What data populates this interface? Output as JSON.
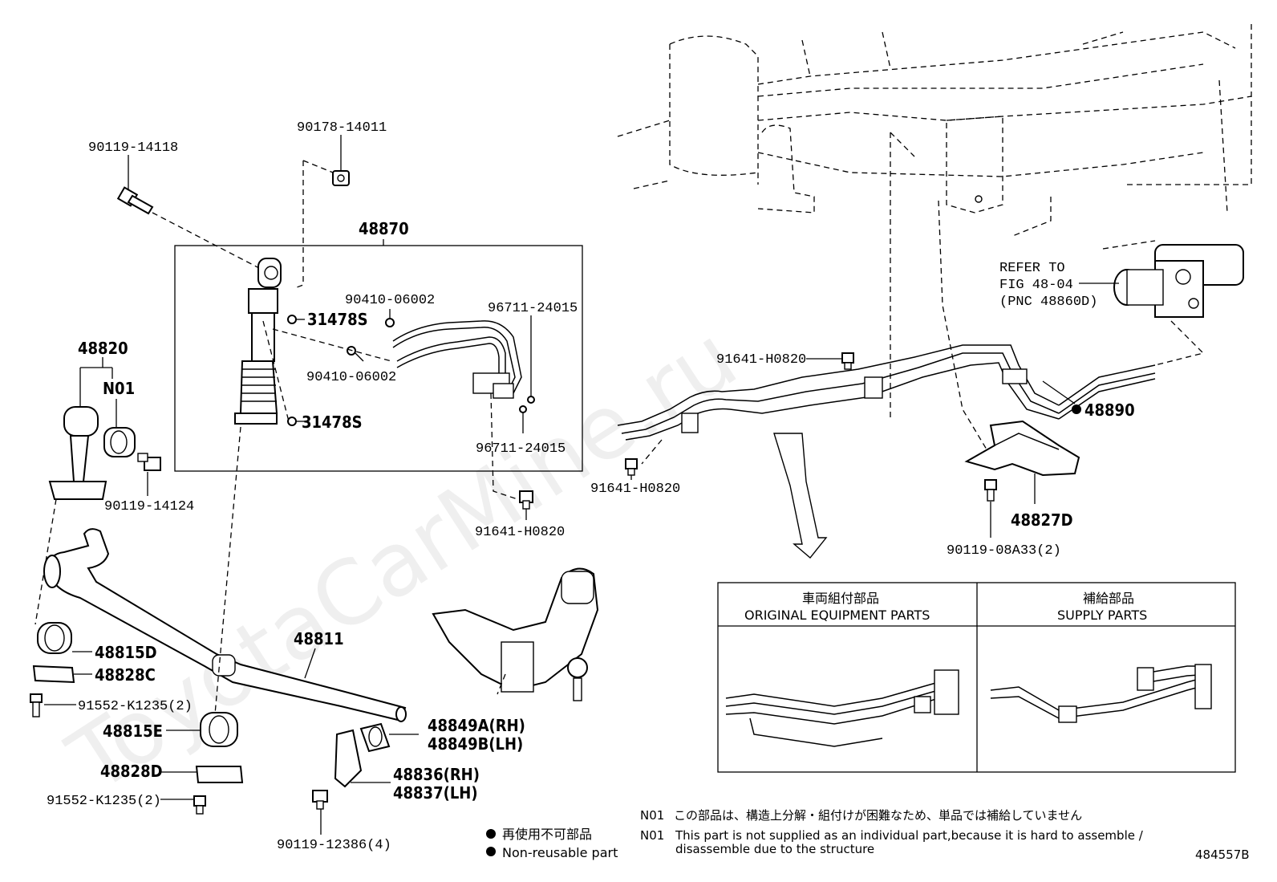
{
  "diagram_id": "484557B",
  "watermark": "ToyotaCarMine.ru",
  "labels": {
    "p90119_14118": "90119-14118",
    "p90178_14011": "90178-14011",
    "p48870": "48870",
    "p90410_06002_a": "90410-06002",
    "p31478S_a": "31478S",
    "p96711_24015_a": "96711-24015",
    "p90410_06002_b": "90410-06002",
    "p31478S_b": "31478S",
    "p96711_24015_b": "96711-24015",
    "p48820": "48820",
    "pN01": "N01",
    "p90119_14124": "90119-14124",
    "p91641_H0820_a": "91641-H0820",
    "p91641_H0820_b": "91641-H0820",
    "p91641_H0820_c": "91641-H0820",
    "p48890": "48890",
    "p48827D": "48827D",
    "p90119_08A33": "90119-08A33(2)",
    "refer_1": "REFER TO",
    "refer_2": "FIG 48-04",
    "refer_3": "(PNC 48860D)",
    "p48811": "48811",
    "p48815D": "48815D",
    "p48828C": "48828C",
    "p91552_K1235_a": "91552-K1235(2)",
    "p48815E": "48815E",
    "p48828D": "48828D",
    "p91552_K1235_b": "91552-K1235(2)",
    "p48849A": "48849A(RH)",
    "p48849B": "48849B(LH)",
    "p48836": "48836(RH)",
    "p48837": "48837(LH)",
    "p90119_12386": "90119-12386(4)"
  },
  "legend_box": {
    "left_jp": "車両組付部品",
    "left_en": "ORIGINAL EQUIPMENT PARTS",
    "right_jp": "補給部品",
    "right_en": "SUPPLY PARTS"
  },
  "non_reusable": {
    "jp": "再使用不可部品",
    "en": "Non-reusable part"
  },
  "notes": {
    "n01_code_jp": "N01",
    "n01_jp": "この部品は、構造上分解・組付けが困難なため、単品では補給していません",
    "n01_code_en": "N01",
    "n01_en_1": "This part is not supplied as an individual part,because it is hard to assemble /",
    "n01_en_2": "disassemble due to the structure"
  }
}
